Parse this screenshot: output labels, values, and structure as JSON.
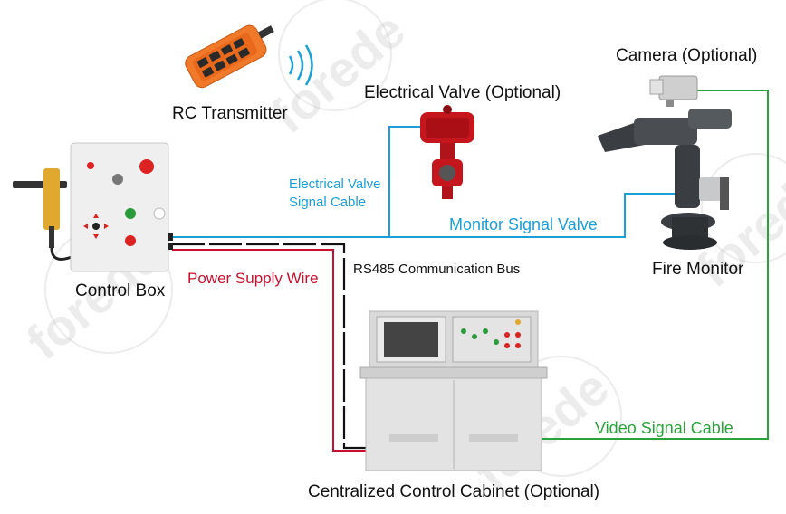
{
  "labels": {
    "rc_transmitter": "RC Transmitter",
    "electrical_valve": "Electrical Valve  (Optional)",
    "camera": "Camera  (Optional)",
    "valve_cable_line1": "Electrical Valve",
    "valve_cable_line2": "Signal Cable",
    "monitor_signal_valve": "Monitor Signal Valve",
    "fire_monitor": "Fire Monitor",
    "control_box": "Control Box",
    "power_supply_wire": "Power Supply Wire",
    "rs485_bus": "RS485 Communication Bus",
    "video_signal_cable": "Video Signal Cable",
    "cabinet": "Centralized Control Cabinet (Optional)"
  },
  "watermark": "forede",
  "colors": {
    "signal_blue": "#1aa0d8",
    "power_red": "#c8102e",
    "video_green": "#2aa33a",
    "bus_black": "#111111",
    "transmitter_orange": "#f07a2a",
    "valve_red": "#c4161c"
  }
}
